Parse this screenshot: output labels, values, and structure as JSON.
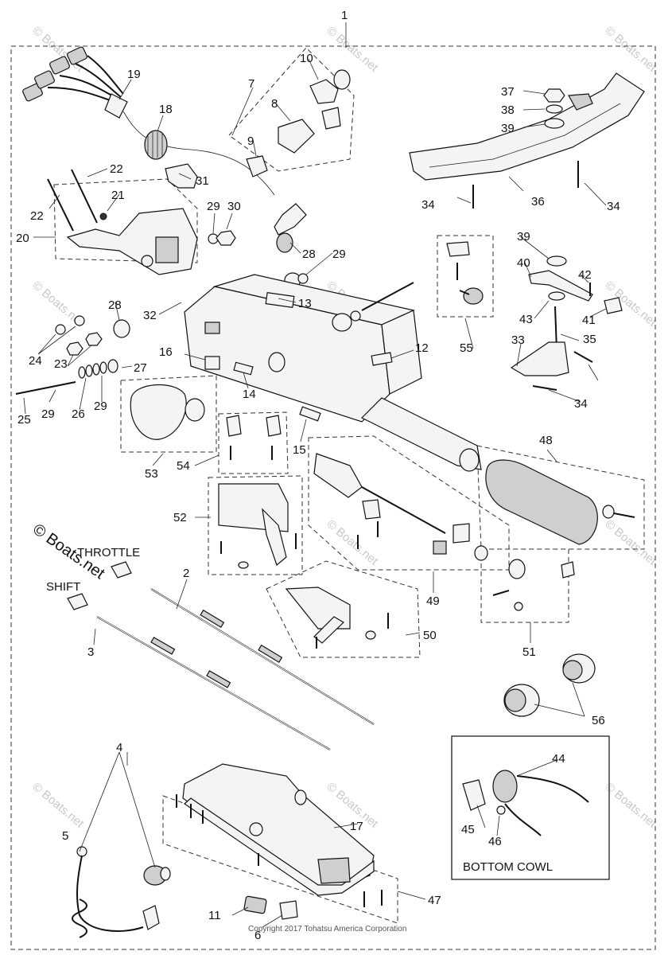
{
  "diagram": {
    "callouts": [
      {
        "id": "c1",
        "text": "1"
      },
      {
        "id": "c2",
        "text": "2"
      },
      {
        "id": "c3",
        "text": "3"
      },
      {
        "id": "c4",
        "text": "4"
      },
      {
        "id": "c5",
        "text": "5"
      },
      {
        "id": "c6",
        "text": "6"
      },
      {
        "id": "c7",
        "text": "7"
      },
      {
        "id": "c8",
        "text": "8"
      },
      {
        "id": "c9",
        "text": "9"
      },
      {
        "id": "c10",
        "text": "10"
      },
      {
        "id": "c11",
        "text": "11"
      },
      {
        "id": "c12",
        "text": "12"
      },
      {
        "id": "c13",
        "text": "13"
      },
      {
        "id": "c14",
        "text": "14"
      },
      {
        "id": "c15",
        "text": "15"
      },
      {
        "id": "c16",
        "text": "16"
      },
      {
        "id": "c17",
        "text": "17"
      },
      {
        "id": "c18",
        "text": "18"
      },
      {
        "id": "c19",
        "text": "19"
      },
      {
        "id": "c20",
        "text": "20"
      },
      {
        "id": "c21",
        "text": "21"
      },
      {
        "id": "c22a",
        "text": "22"
      },
      {
        "id": "c22b",
        "text": "22"
      },
      {
        "id": "c23",
        "text": "23"
      },
      {
        "id": "c24",
        "text": "24"
      },
      {
        "id": "c25",
        "text": "25"
      },
      {
        "id": "c26",
        "text": "26"
      },
      {
        "id": "c27",
        "text": "27"
      },
      {
        "id": "c28a",
        "text": "28"
      },
      {
        "id": "c28b",
        "text": "28"
      },
      {
        "id": "c29a",
        "text": "29"
      },
      {
        "id": "c29b",
        "text": "29"
      },
      {
        "id": "c29c",
        "text": "29"
      },
      {
        "id": "c29d",
        "text": "29"
      },
      {
        "id": "c30",
        "text": "30"
      },
      {
        "id": "c31",
        "text": "31"
      },
      {
        "id": "c32",
        "text": "32"
      },
      {
        "id": "c33",
        "text": "33"
      },
      {
        "id": "c34a",
        "text": "34"
      },
      {
        "id": "c34b",
        "text": "34"
      },
      {
        "id": "c34c",
        "text": "34"
      },
      {
        "id": "c35",
        "text": "35"
      },
      {
        "id": "c36",
        "text": "36"
      },
      {
        "id": "c37",
        "text": "37"
      },
      {
        "id": "c38",
        "text": "38"
      },
      {
        "id": "c39a",
        "text": "39"
      },
      {
        "id": "c39b",
        "text": "39"
      },
      {
        "id": "c40",
        "text": "40"
      },
      {
        "id": "c41",
        "text": "41"
      },
      {
        "id": "c42",
        "text": "42"
      },
      {
        "id": "c43",
        "text": "43"
      },
      {
        "id": "c44",
        "text": "44"
      },
      {
        "id": "c45",
        "text": "45"
      },
      {
        "id": "c46",
        "text": "46"
      },
      {
        "id": "c47",
        "text": "47"
      },
      {
        "id": "c48",
        "text": "48"
      },
      {
        "id": "c49",
        "text": "49"
      },
      {
        "id": "c50",
        "text": "50"
      },
      {
        "id": "c51",
        "text": "51"
      },
      {
        "id": "c52",
        "text": "52"
      },
      {
        "id": "c53",
        "text": "53"
      },
      {
        "id": "c54",
        "text": "54"
      },
      {
        "id": "c55",
        "text": "55"
      },
      {
        "id": "c56",
        "text": "56"
      }
    ],
    "labels": {
      "throttle": "THROTTLE",
      "shift": "SHIFT",
      "bottom_cowl": "BOTTOM COWL",
      "brand": "© Boats.net",
      "copyright": "Copyright 2017 Tohatsu America Corporation"
    },
    "watermark": "© Boats.net"
  }
}
